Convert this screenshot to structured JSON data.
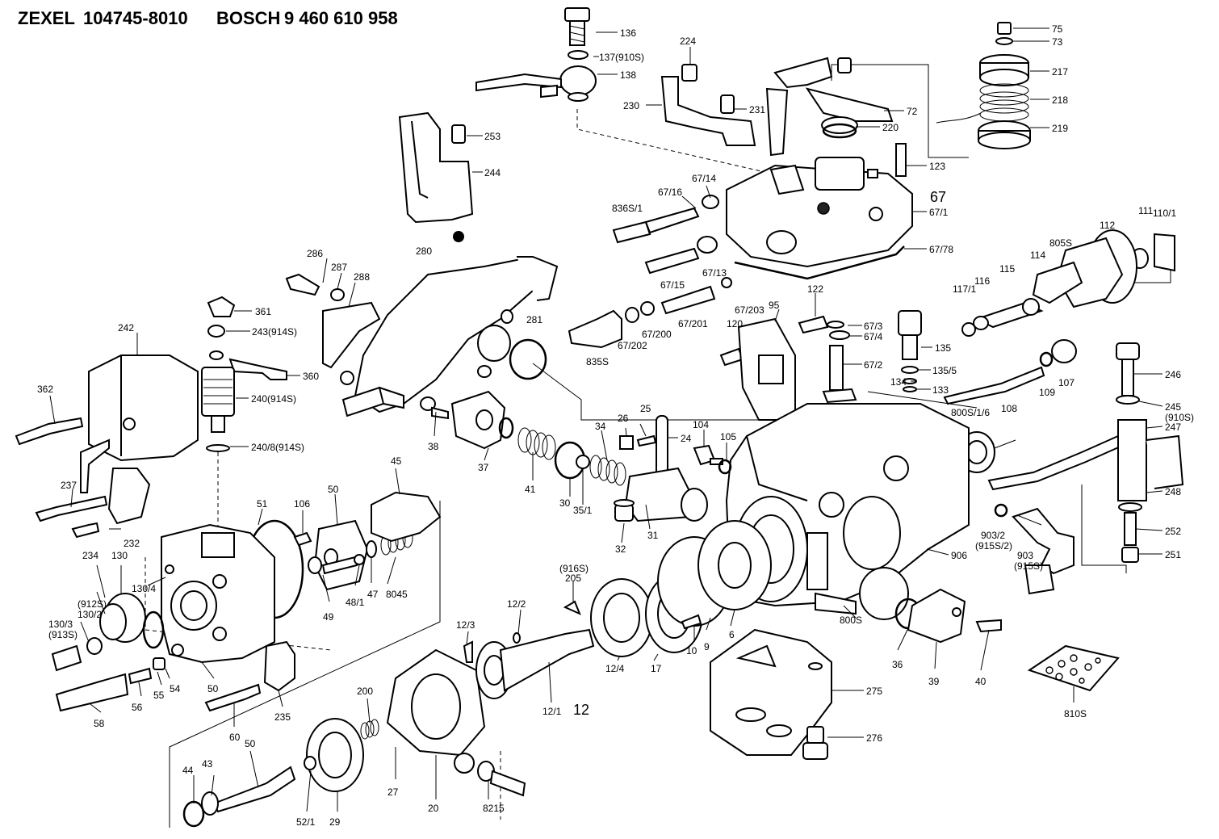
{
  "header": {
    "maker1": "ZEXEL",
    "part_no": "104745-8010",
    "maker2": "BOSCH",
    "bosch_no": "9 460 610 958"
  },
  "callouts": {
    "c136": "136",
    "c137": "137(910S)",
    "c138": "138",
    "c224": "224",
    "c230": "230",
    "c231": "231",
    "c75": "75",
    "c73": "73",
    "c217": "217",
    "c218": "218",
    "c219": "219",
    "c72": "72",
    "c220": "220",
    "c123": "123",
    "c253": "253",
    "c244": "244",
    "c67_14": "67/14",
    "c67_16": "67/16",
    "c836s1": "836S/1",
    "c67": "67",
    "c67_1": "67/1",
    "c67_78": "67/78",
    "c286": "286",
    "c287": "287",
    "c288": "288",
    "c280": "280",
    "c67_15": "67/15",
    "c67_13": "67/13",
    "c122": "122",
    "c67_203": "67/203",
    "c95": "95",
    "c281": "281",
    "c361": "361",
    "c243": "243(914S)",
    "c242": "242",
    "c360": "360",
    "c240": "240(914S)",
    "c362": "362",
    "c240_8": "240/8(914S)",
    "c835s": "835S",
    "c67_202": "67/202",
    "c67_200": "67/200",
    "c67_201": "67/201",
    "c120": "120",
    "c67_3": "67/3",
    "c67_4": "67/4",
    "c67_2": "67/2",
    "c135": "135",
    "c135_5": "135/5",
    "c134": "134",
    "c133": "133",
    "c110_1": "110/1",
    "c111": "111",
    "c112": "112",
    "c805s": "805S",
    "c114": "114",
    "c115": "115",
    "c117_1": "117/1",
    "c116": "116",
    "c246": "246",
    "c107": "107",
    "c109": "109",
    "c108": "108",
    "c245": "245",
    "c910s": "(910S)",
    "c247": "247",
    "c800s_1_6": "800S/1/6",
    "c248": "248",
    "c252": "252",
    "c251": "251",
    "c38": "38",
    "c37": "37",
    "c34": "34",
    "c26": "26",
    "c25": "25",
    "c24": "24",
    "c104": "104",
    "c105": "105",
    "c41": "41",
    "c30": "30",
    "c35_1": "35/1",
    "c237": "237",
    "c232": "232",
    "c45": "45",
    "c51": "51",
    "c106": "106",
    "c50a": "50",
    "c32": "32",
    "c31": "31",
    "c903_2": "903/2",
    "c915s_2": "(915S/2)",
    "c903": "903",
    "c915s": "(915S)",
    "c906": "906",
    "c234": "234",
    "c130": "130",
    "c130_4": "130/4",
    "c912s": "(912S)",
    "c130_2": "130/2",
    "c130_3": "130/3",
    "c913s": "(913S)",
    "c49": "49",
    "c48_1": "48/1",
    "c47": "47",
    "c8045": "8045",
    "c916s": "(916S)",
    "c205": "205",
    "c12_2": "12/2",
    "c12_3": "12/3",
    "c10": "10",
    "c9": "9",
    "c6": "6",
    "c800s": "800S",
    "c36": "36",
    "c39": "39",
    "c40": "40",
    "c810s": "810S",
    "c54": "54",
    "c55": "55",
    "c50b": "50",
    "c56": "56",
    "c58": "58",
    "c235": "235",
    "c60": "60",
    "c200": "200",
    "c12_4": "12/4",
    "c17": "17",
    "c12_1": "12/1",
    "c12": "12",
    "c275": "275",
    "c276": "276",
    "c50c": "50",
    "c44": "44",
    "c43": "43",
    "c27": "27",
    "c20": "20",
    "c8215": "8215",
    "c52_1": "52/1",
    "c29": "29"
  }
}
